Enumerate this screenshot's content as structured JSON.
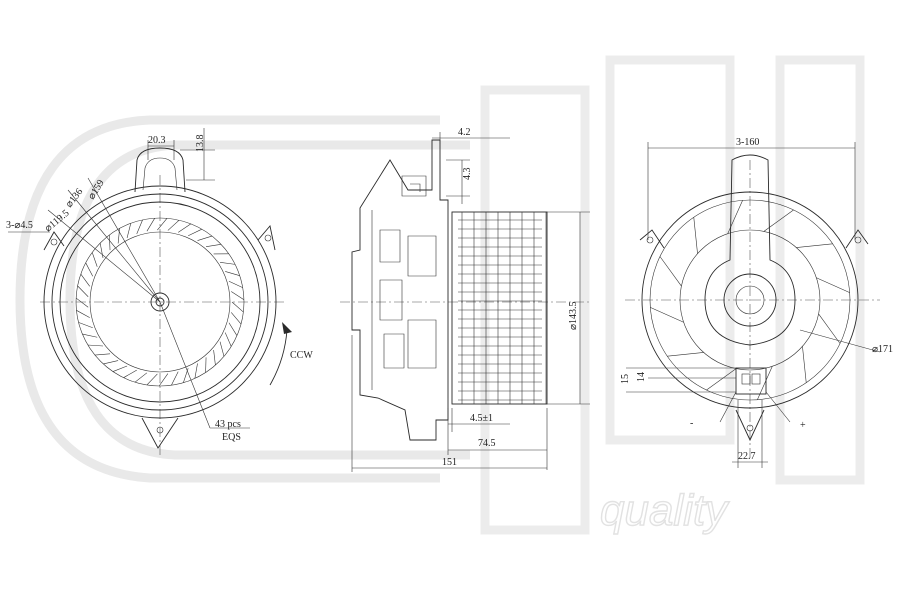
{
  "watermark": {
    "text": "quality"
  },
  "front_view": {
    "dim_width_20_3": "20.3",
    "dim_height_13_8": "13.8",
    "dia_159": "⌀159",
    "dia_136": "⌀136",
    "dia_119_5": "⌀119.5",
    "holes": "3-⌀4.5",
    "rotation": "CCW",
    "blades": "43 pcs",
    "spacing": "EQS"
  },
  "side_view": {
    "dim_4_2": "4.2",
    "dim_4_3": "4.3",
    "dia_143_5": "⌀143.5",
    "dim_4_5": "4.5±1",
    "dim_74_5": "74.5",
    "dim_151": "151"
  },
  "rear_view": {
    "dim_3_160": "3-160",
    "dia_171": "⌀171",
    "dim_15": "15",
    "dim_14": "14",
    "minus": "-",
    "plus": "+",
    "dim_22_7": "22.7"
  }
}
